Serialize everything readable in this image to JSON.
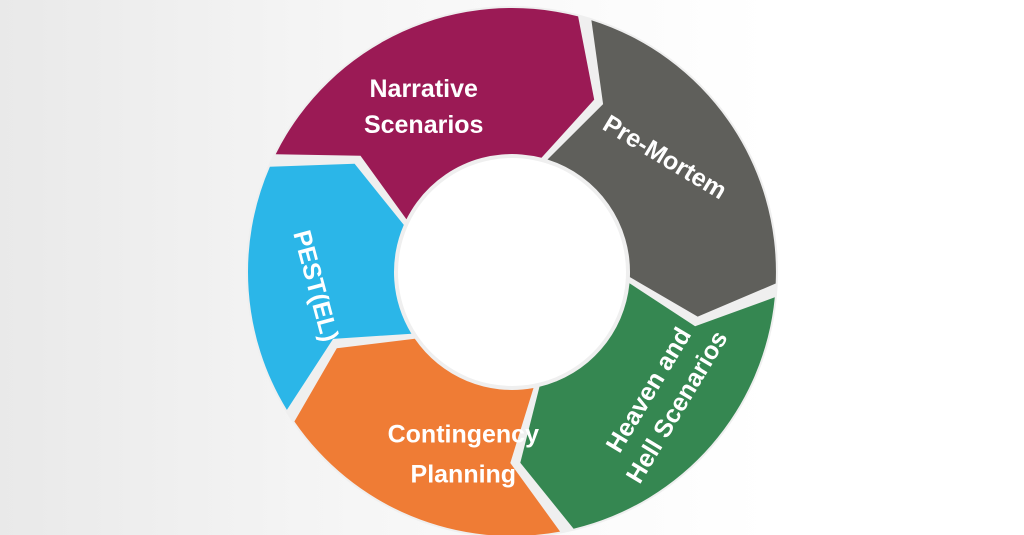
{
  "diagram": {
    "segments": [
      {
        "id": "narrative-scenarios",
        "lines": [
          "Narrative",
          "Scenarios"
        ],
        "color": "#9b1a55"
      },
      {
        "id": "pre-mortem",
        "lines": [
          "Pre-Mortem"
        ],
        "color": "#5f5f5b"
      },
      {
        "id": "heaven-and-hell-scenarios",
        "lines": [
          "Heaven and",
          "Hell Scenarios"
        ],
        "color": "#358751"
      },
      {
        "id": "contingency-planning",
        "lines": [
          "Contingency",
          "Planning"
        ],
        "color": "#ef7c35"
      },
      {
        "id": "pestel",
        "lines": [
          "PEST(EL)"
        ],
        "color": "#2bb6e8"
      }
    ],
    "hub_color": "#ffffff",
    "ring_gap_color": "#efefef"
  }
}
